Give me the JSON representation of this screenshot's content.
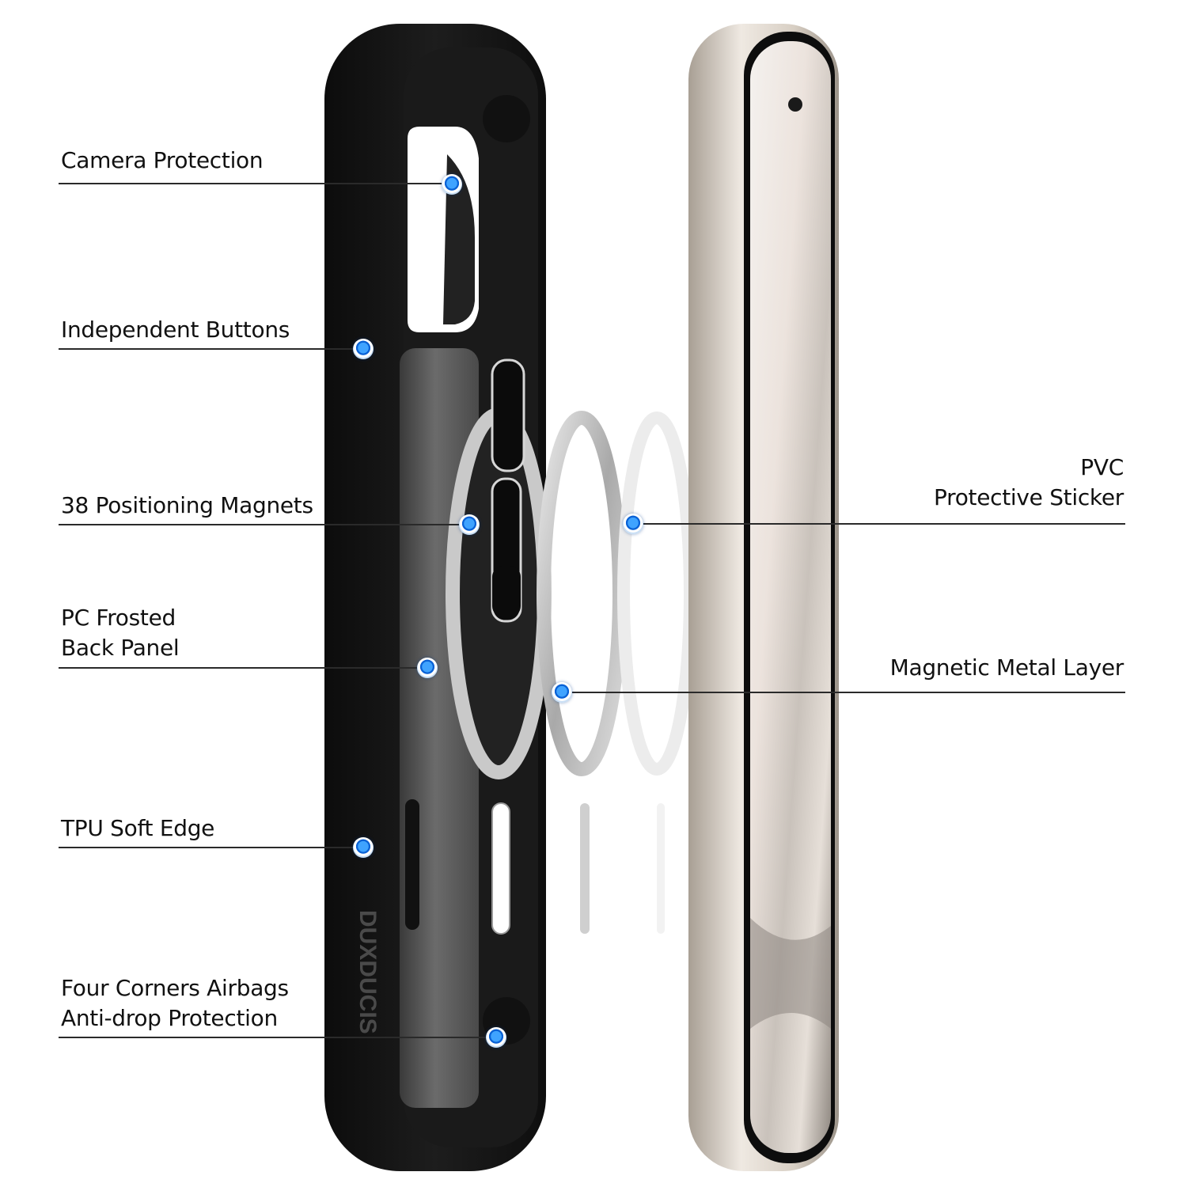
{
  "colors": {
    "background": "#ffffff",
    "text": "#111111",
    "leader_line": "#2a2a2a",
    "marker": "#1a7cf0",
    "case_body": "#151515",
    "phone_frame": "#cfc6bb"
  },
  "callouts": {
    "camera_protection": {
      "lines": [
        "Camera Protection"
      ]
    },
    "independent_buttons": {
      "lines": [
        "Independent Buttons"
      ]
    },
    "positioning_magnets": {
      "lines": [
        "38 Positioning Magnets"
      ]
    },
    "pc_back_panel": {
      "lines": [
        "PC Frosted",
        "Back Panel"
      ]
    },
    "tpu_soft_edge": {
      "lines": [
        "TPU Soft Edge"
      ]
    },
    "four_corners": {
      "lines": [
        "Four Corners Airbags",
        "Anti-drop Protection"
      ]
    },
    "pvc_sticker": {
      "lines": [
        "PVC",
        "Protective Sticker"
      ]
    },
    "metal_layer": {
      "lines": [
        "Magnetic Metal Layer"
      ]
    }
  },
  "brand": {
    "logo_text": "DUXDUCIS"
  },
  "exploded_layers": [
    "phone-case",
    "magnetic-ring",
    "metal-ring",
    "pvc-sticker-ring",
    "phone"
  ]
}
